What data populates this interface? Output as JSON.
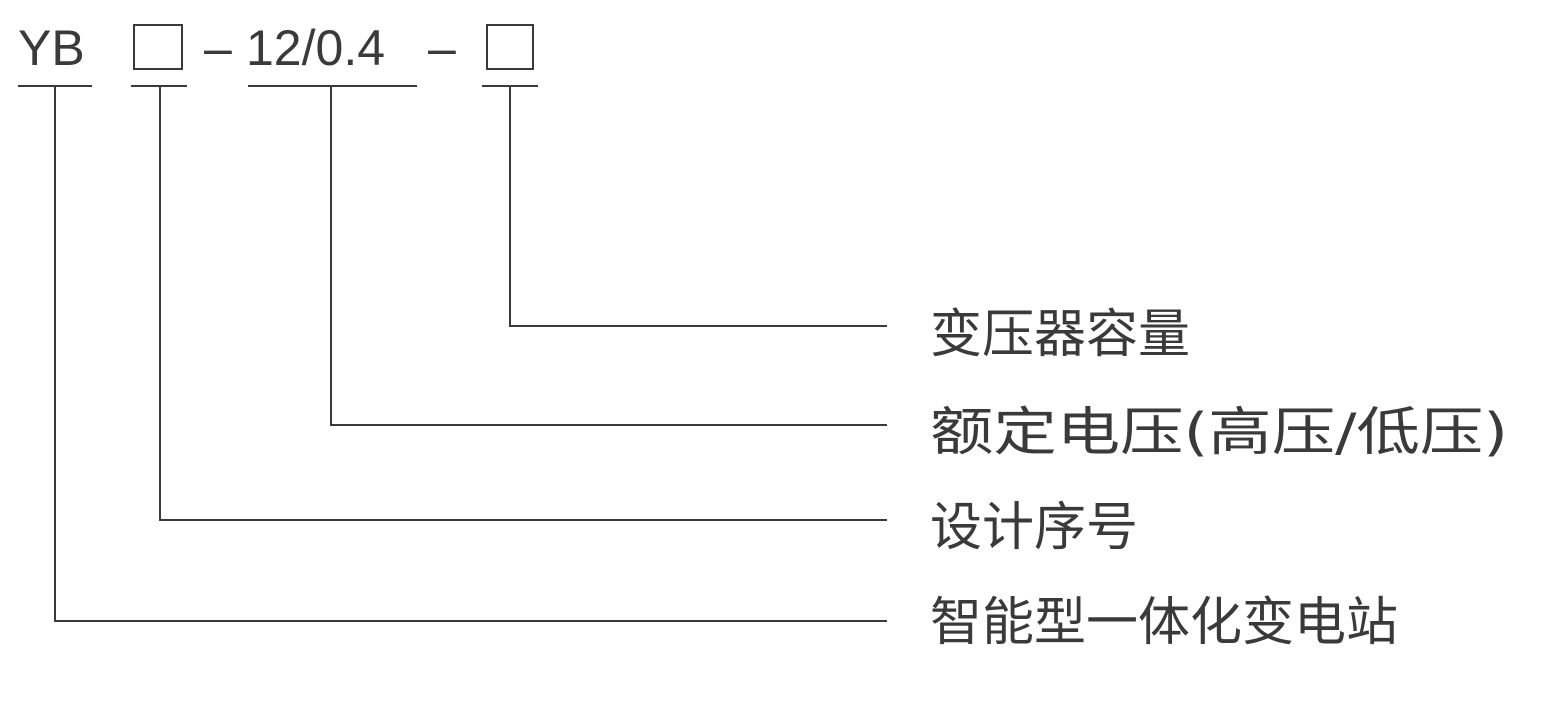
{
  "model_code": {
    "prefix": "YB",
    "slot_1": "□",
    "dash_1": "–",
    "voltage": "12/0.4",
    "dash_2": "–",
    "slot_2": "□"
  },
  "labels": {
    "transformer_capacity": "变压器容量",
    "rated_voltage": "额定电压(高压/低压)",
    "design_serial": "设计序号",
    "product_type": "智能型一体化变电站"
  }
}
